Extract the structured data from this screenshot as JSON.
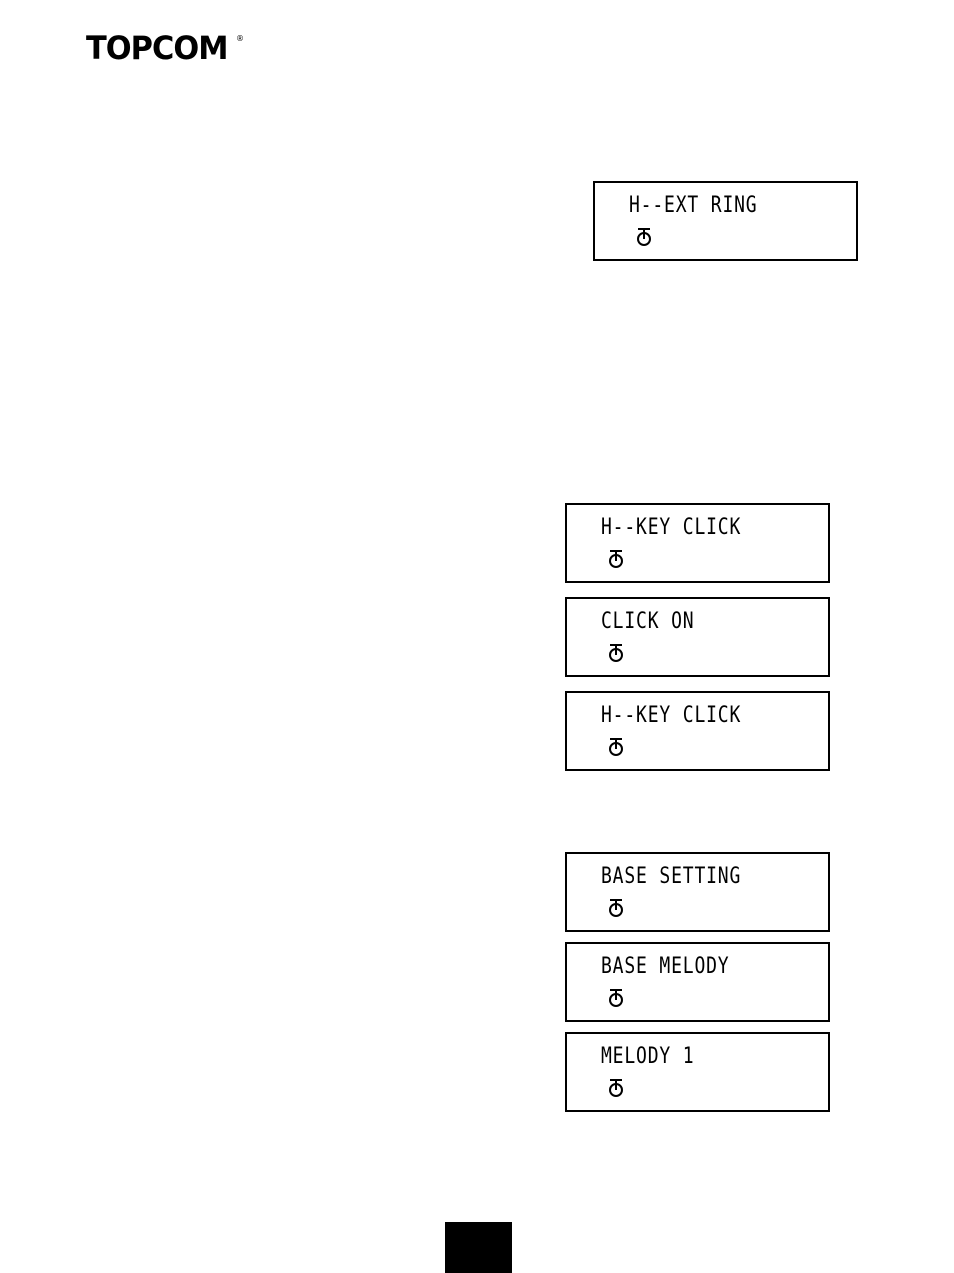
{
  "header": {
    "logo_text": "TOPCOM",
    "logo_reg": "®"
  },
  "displays": [
    {
      "line1": "H--EXT RING",
      "icon": "handset-menu-icon"
    },
    {
      "line1": "H--KEY CLICK",
      "icon": "handset-menu-icon"
    },
    {
      "line1": "CLICK ON",
      "icon": "handset-menu-icon"
    },
    {
      "line1": "H--KEY CLICK",
      "icon": "handset-menu-icon"
    },
    {
      "line1": "BASE SETTING",
      "icon": "handset-menu-icon"
    },
    {
      "line1": "BASE MELODY",
      "icon": "handset-menu-icon"
    },
    {
      "line1": "MELODY 1",
      "icon": "handset-menu-icon"
    }
  ],
  "footer": {
    "page_tab_color": "#000000"
  }
}
